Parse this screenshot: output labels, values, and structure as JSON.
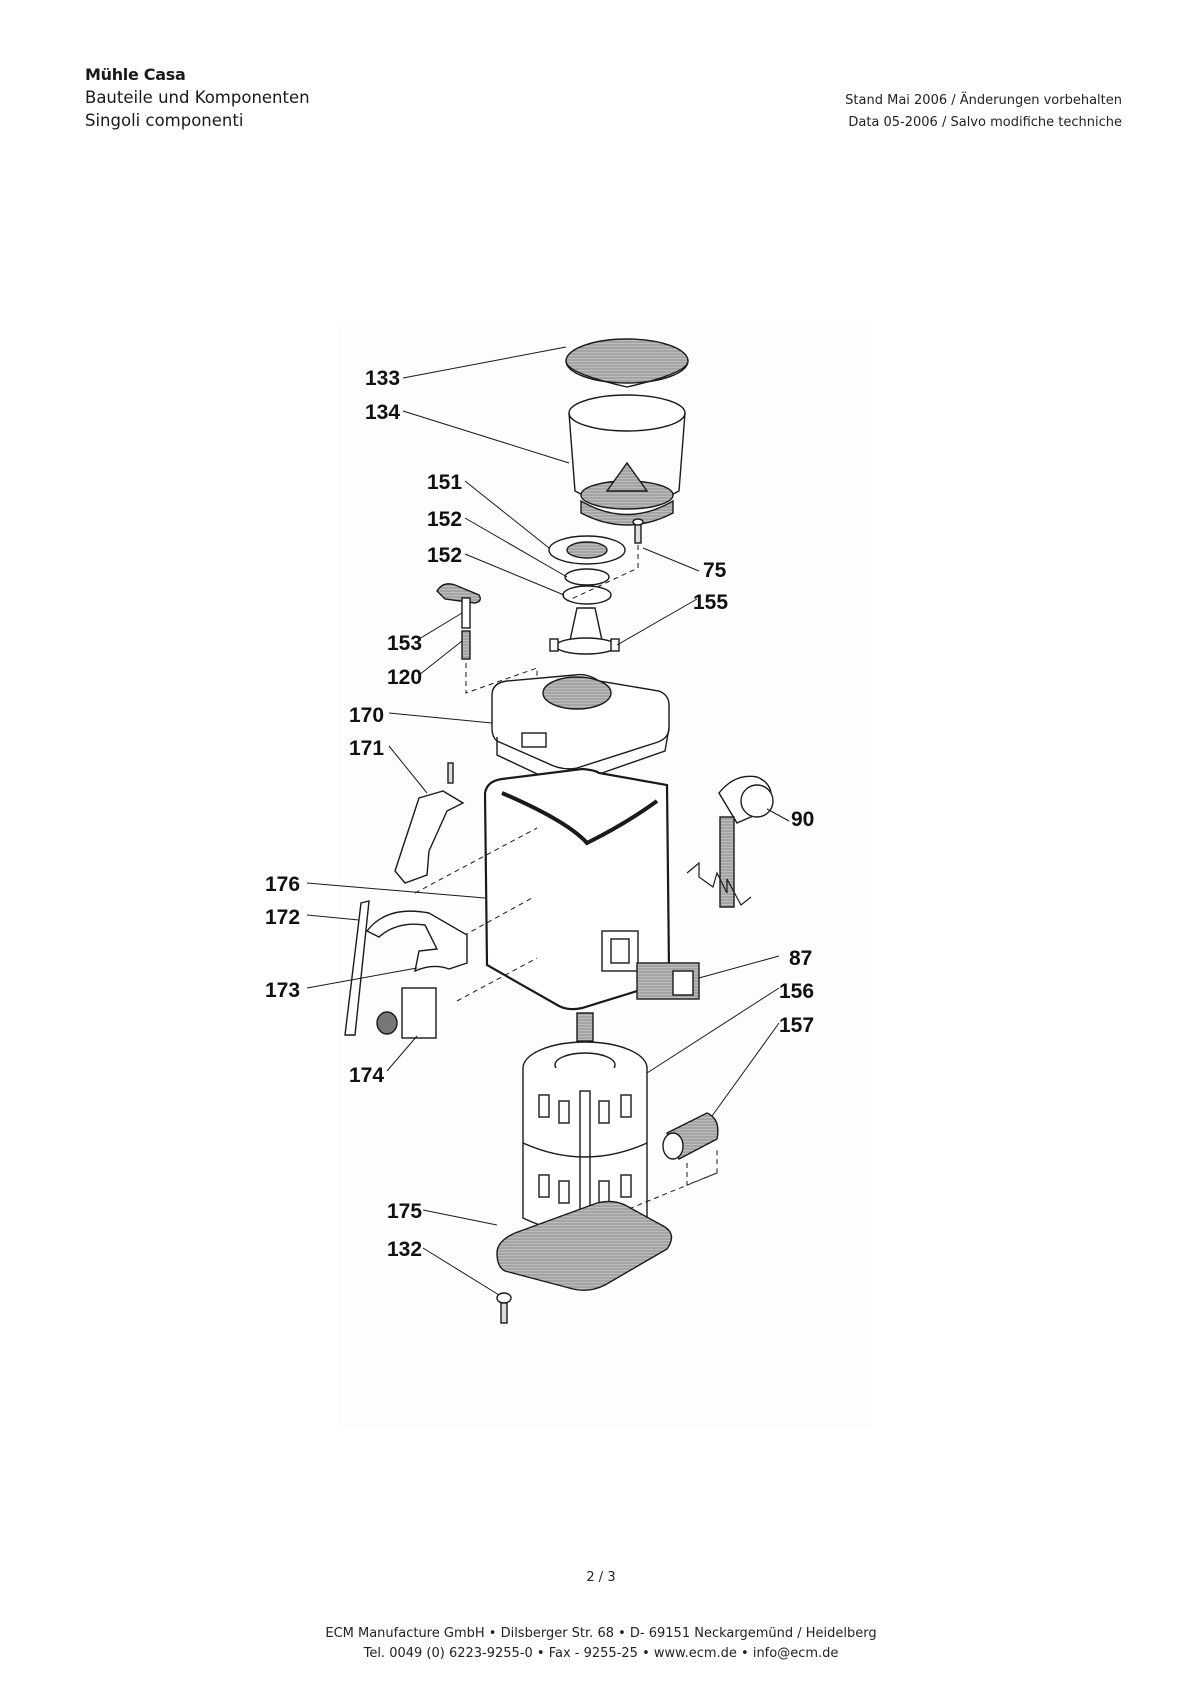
{
  "header": {
    "title": "Mühle Casa",
    "subtitle_de": "Bauteile und Komponenten",
    "subtitle_it": "Singoli componenti",
    "revision_de": "Stand Mai 2006 / Änderungen vorbehalten",
    "revision_it": "Data 05-2006  /  Salvo modifiche techniche"
  },
  "diagram": {
    "description": "Exploded view of coffee grinder components",
    "callouts": {
      "c133": "133",
      "c134": "134",
      "c151": "151",
      "c152a": "152",
      "c152b": "152",
      "c75": "75",
      "c155": "155",
      "c153": "153",
      "c120": "120",
      "c170": "170",
      "c171": "171",
      "c90": "90",
      "c176": "176",
      "c172": "172",
      "c87": "87",
      "c173": "173",
      "c156": "156",
      "c157": "157",
      "c174": "174",
      "c175": "175",
      "c132": "132"
    }
  },
  "page_number": "2 / 3",
  "footer": {
    "line1": "ECM Manufacture GmbH • Dilsberger Str. 68 • D- 69151 Neckargemünd / Heidelberg",
    "line2": "Tel.  0049 (0) 6223-9255-0 • Fax - 9255-25 • www.ecm.de • info@ecm.de"
  }
}
